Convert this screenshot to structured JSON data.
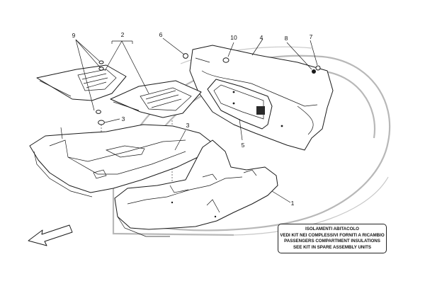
{
  "callouts": {
    "c1": "1",
    "c2": "2",
    "c3a": "3",
    "c3b": "3",
    "c4": "4",
    "c5": "5",
    "c6": "6",
    "c7": "7",
    "c8": "8",
    "c9": "9",
    "c10": "10"
  },
  "note": {
    "line1": "ISOLAMENTI ABITACOLO",
    "line2": "VEDI KIT NEI COMPLESSIVI FORNITI A RICAMBIO",
    "line3": "PASSENGERS COMPARTMENT INSULATIONS",
    "line4": "SEE KIT IN SPARE ASSEMBLY UNITS"
  },
  "icons": {
    "direction_arrow": "arrow-down-left-icon"
  }
}
